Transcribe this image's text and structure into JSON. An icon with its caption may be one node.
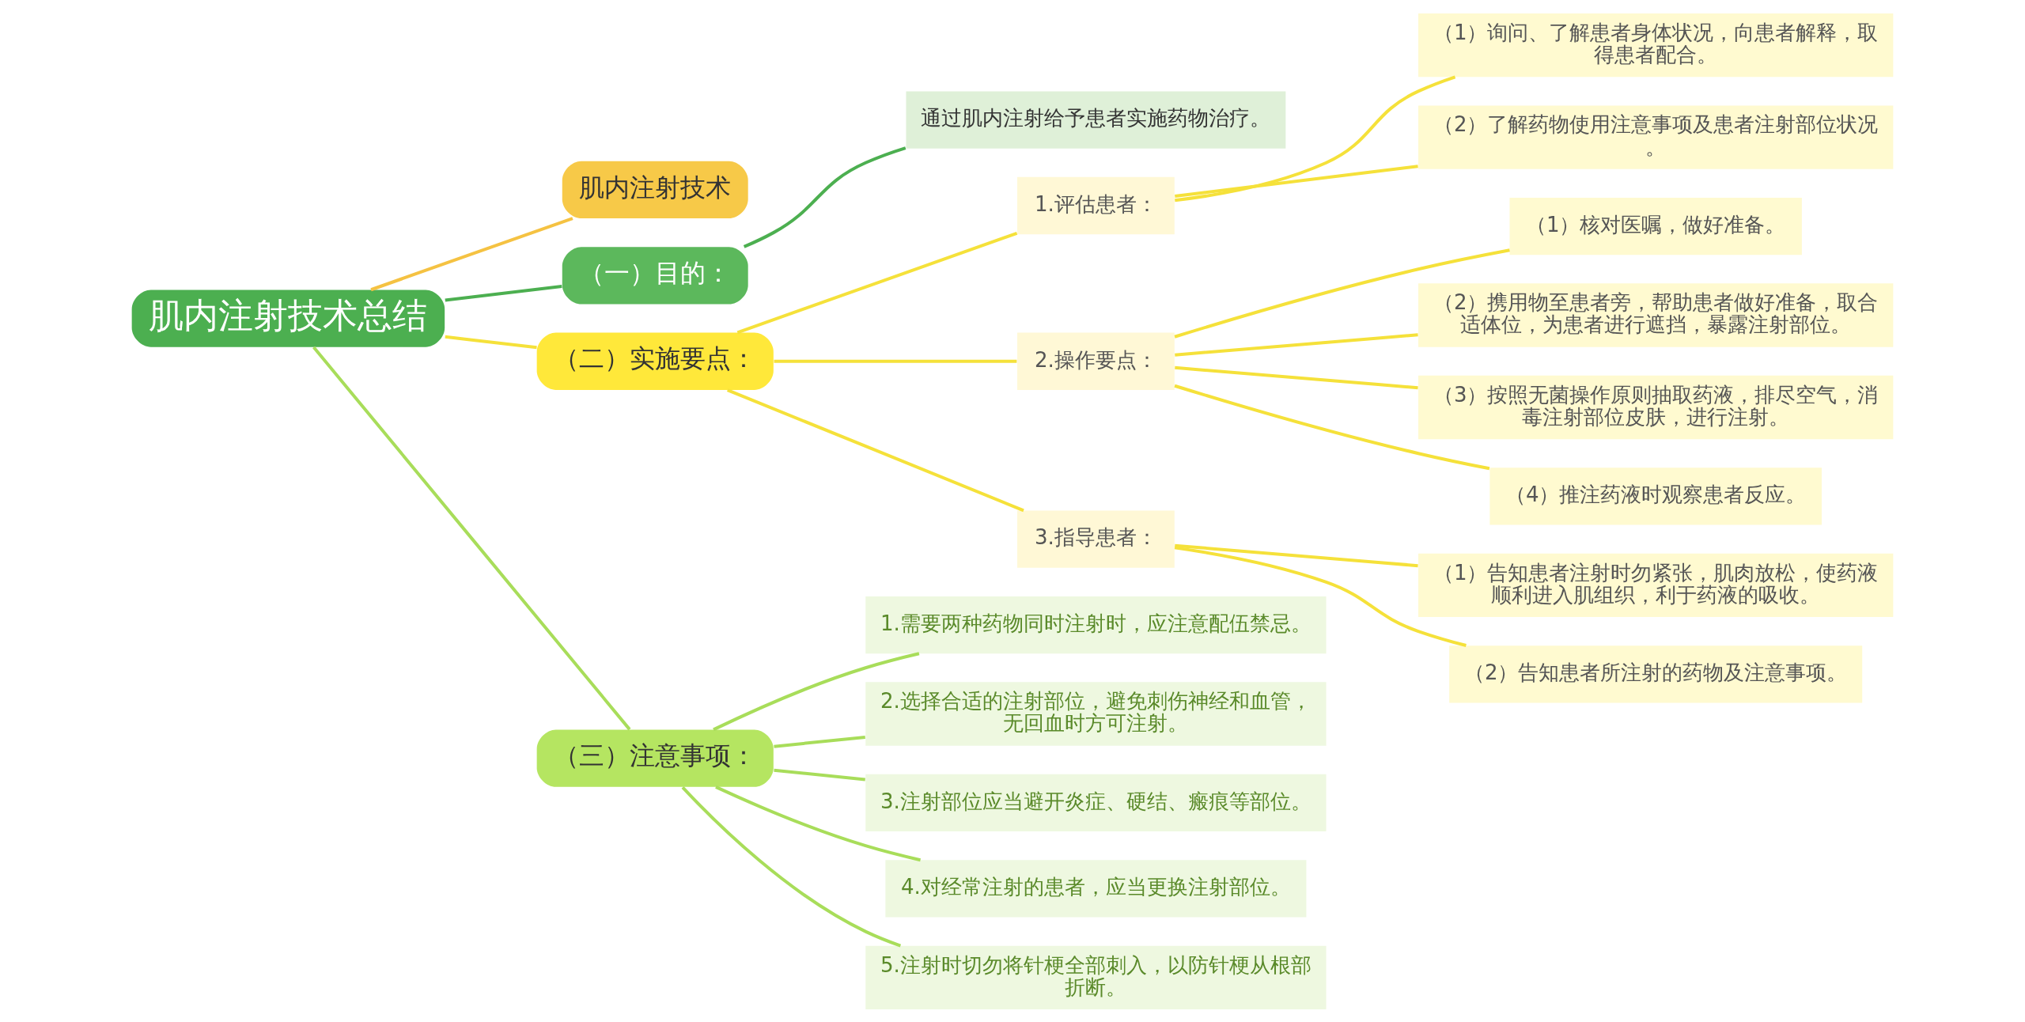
{
  "diagram": {
    "nodes": [
      {
        "text": [
          "肌内注射技术总结"
        ]
      },
      {
        "text": [
          "肌内注射技术"
        ]
      },
      {
        "text": [
          "（一）目的："
        ]
      },
      {
        "text": [
          "通过肌内注射给予患者实施药物治疗。"
        ]
      },
      {
        "text": [
          "（二）实施要点："
        ]
      },
      {
        "text": [
          "1.评估患者："
        ]
      },
      {
        "text": [
          "（1）询问、了解患者身体状况，向患者解释，取得患者配合。"
        ]
      },
      {
        "text": [
          "（2）了解药物使用注意事项及患者注射部位状况。"
        ]
      },
      {
        "text": [
          "2.操作要点："
        ]
      },
      {
        "text": [
          "（1）核对医嘱，做好准备。"
        ]
      },
      {
        "text": [
          "（2）携用物至患者旁，帮助患者做好准备，取合适体位，为患者进行遮挡，暴露注射部位。"
        ]
      },
      {
        "text": [
          "（3）按照无菌操作原则抽取药液，排尽空气，消毒注射部位皮肤，进行注射。"
        ]
      },
      {
        "text": [
          "（4）推注药液时观察患者反应。"
        ]
      },
      {
        "text": [
          "3.指导患者："
        ]
      },
      {
        "text": [
          "（1）告知患者注射时勿紧张，肌肉放松，使药液顺利进入肌组织，利于药液的吸收。"
        ]
      },
      {
        "text": [
          "（2）告知患者所注射的药物及注意事项。"
        ]
      },
      {
        "text": [
          "（三）注意事项："
        ]
      },
      {
        "text": [
          "1.需要两种药物同时注射时，应注意配伍禁忌。"
        ]
      },
      {
        "text": [
          "2.选择合适的注射部位，避免刺伤神经和血管，无回血时方可注射。"
        ]
      },
      {
        "text": [
          "3.注射部位应当避开炎症、硬结、瘢痕等部位。"
        ]
      },
      {
        "text": [
          "4.对经常注射的患者，应当更换注射部位。"
        ]
      },
      {
        "text": [
          "5.注射时切勿将针梗全部刺入，以防针梗从根部折断。"
        ]
      }
    ],
    "edges": [
      {
        "from": 0,
        "to": 1,
        "arrow": "none",
        "color": "#f5c242"
      },
      {
        "from": 0,
        "to": 2,
        "arrow": "none",
        "color": "#4caf50"
      },
      {
        "from": 2,
        "to": 3,
        "arrow": "none",
        "color": "#4caf50"
      },
      {
        "from": 0,
        "to": 4,
        "arrow": "none"
      },
      {
        "from": 4,
        "to": 5,
        "arrow": "none"
      },
      {
        "from": 5,
        "to": 6,
        "arrow": "none"
      },
      {
        "from": 5,
        "to": 7,
        "arrow": "none"
      },
      {
        "from": 4,
        "to": 8,
        "arrow": "none"
      },
      {
        "from": 8,
        "to": 9,
        "arrow": "none"
      },
      {
        "from": 8,
        "to": 10,
        "arrow": "none"
      },
      {
        "from": 8,
        "to": 11,
        "arrow": "none"
      },
      {
        "from": 8,
        "to": 12,
        "arrow": "none"
      },
      {
        "from": 4,
        "to": 13,
        "arrow": "none"
      },
      {
        "from": 13,
        "to": 14,
        "arrow": "none"
      },
      {
        "from": 13,
        "to": 15,
        "arrow": "none"
      },
      {
        "from": 0,
        "to": 16,
        "arrow": "none",
        "color": "#a8dd5a"
      },
      {
        "from": 16,
        "to": 17,
        "arrow": "none",
        "color": "#a8dd5a"
      },
      {
        "from": 16,
        "to": 18,
        "arrow": "none",
        "color": "#a8dd5a"
      },
      {
        "from": 16,
        "to": 19,
        "arrow": "none",
        "color": "#a8dd5a"
      },
      {
        "from": 16,
        "to": 20,
        "arrow": "none",
        "color": "#a8dd5a"
      },
      {
        "from": 16,
        "to": 21,
        "arrow": "none",
        "color": "#a8dd5a"
      }
    ]
  }
}
